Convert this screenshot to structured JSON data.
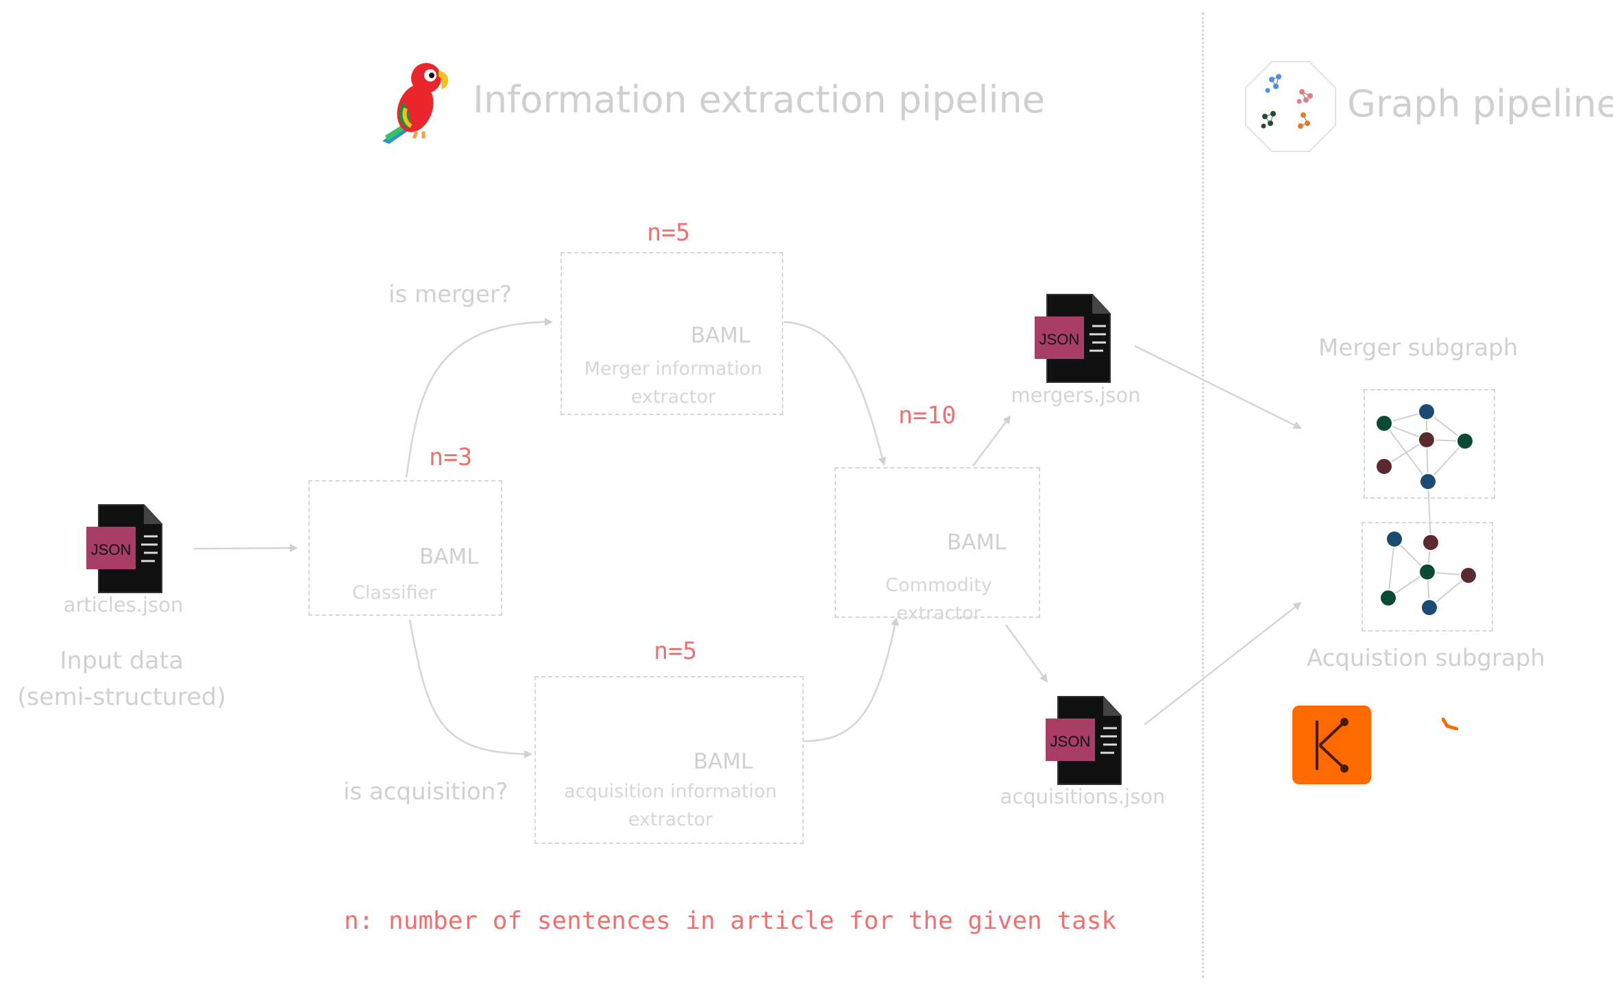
{
  "titles": {
    "left": "Information extraction pipeline",
    "right": "Graph pipeline"
  },
  "input": {
    "file": "articles.json",
    "caption_line1": "Input data",
    "caption_line2": "(semi-structured)"
  },
  "json_icon_text": "JSON",
  "edges": {
    "merger_q": "is merger?",
    "acquisition_q": "is acquisition?"
  },
  "boxes": {
    "classifier": {
      "tag": "BAML",
      "name": "Classifier",
      "n": "n=3"
    },
    "merger": {
      "tag": "BAML",
      "name_line1": "Merger information",
      "name_line2": "extractor",
      "n": "n=5"
    },
    "acquisition": {
      "tag": "BAML",
      "name_line1": "acquisition information",
      "name_line2": "extractor",
      "n": "n=5"
    },
    "commodity": {
      "tag": "BAML",
      "name": "Commodity extractor",
      "n": "n=10"
    }
  },
  "outputs": {
    "mergers": "mergers.json",
    "acquisitions": "acquisitions.json"
  },
  "subgraphs": {
    "merger": "Merger subgraph",
    "acquisition": "Acquistion subgraph"
  },
  "footnote": "n: number of sentences in article for the given task",
  "colors": {
    "accent_red": "#f07070",
    "node_green": "#0d4a35",
    "node_blue": "#1b4a72",
    "node_maroon": "#5a2a2e",
    "kuzu_orange": "#ff6a00"
  }
}
